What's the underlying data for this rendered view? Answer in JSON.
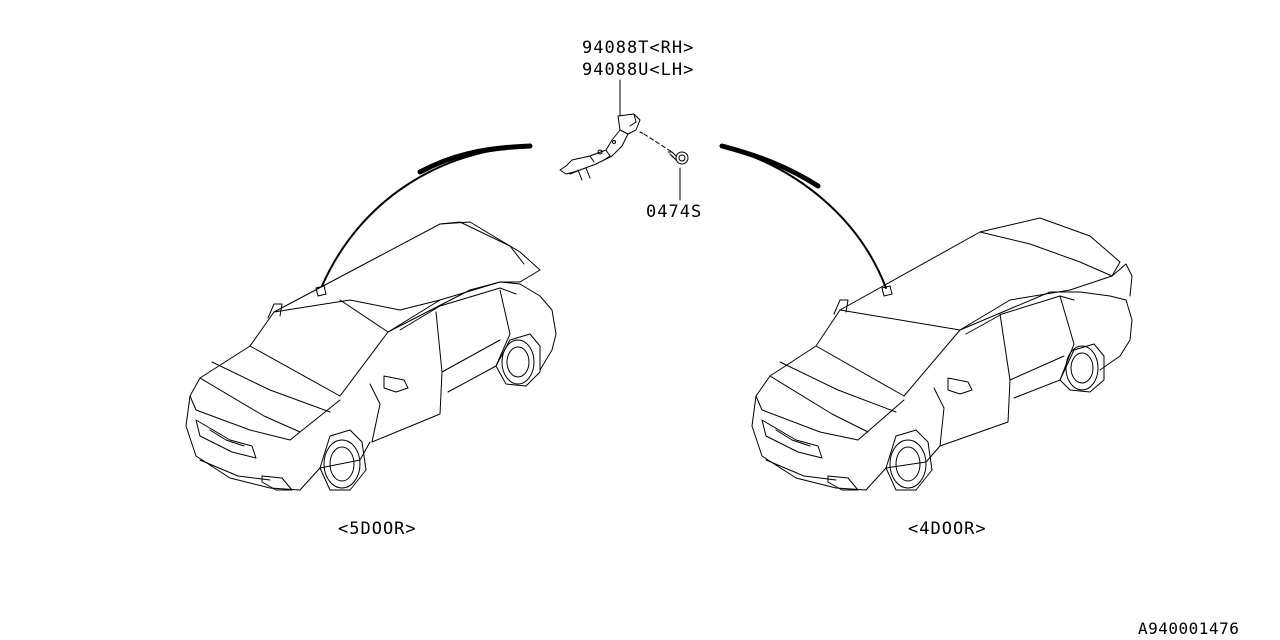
{
  "diagram": {
    "part_labels": {
      "rh": "94088T<RH>",
      "lh": "94088U<LH>",
      "bolt": "0474S"
    },
    "variants": {
      "five_door": "<5DOOR>",
      "four_door": "<4DOOR>"
    },
    "reference_code": "A940001476"
  },
  "colors": {
    "line": "#000000",
    "background": "#ffffff"
  }
}
